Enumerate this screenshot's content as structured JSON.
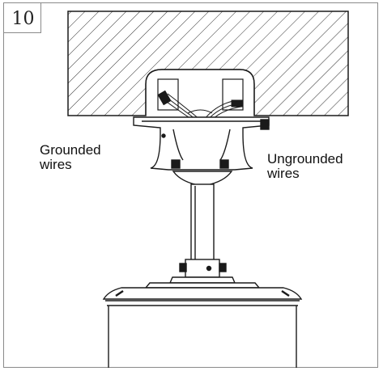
{
  "step": {
    "number": "10"
  },
  "labels": {
    "grounded_line1": "Grounded",
    "grounded_line2": "wires",
    "ungrounded_line1": "Ungrounded",
    "ungrounded_line2": "wires"
  },
  "colors": {
    "line": "#1a1a1a",
    "frame": "#8a8a8a",
    "background": "#ffffff"
  }
}
